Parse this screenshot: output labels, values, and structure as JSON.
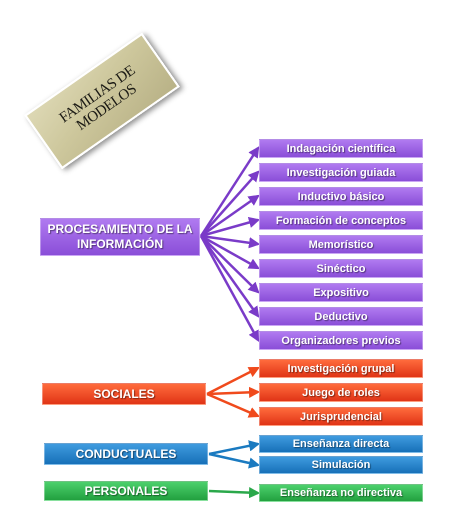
{
  "title": "FAMILIAS DE\nMODELOS",
  "colors": {
    "purple": "#8a4ed8",
    "red": "#e03416",
    "blue": "#1770b8",
    "green": "#22a03f"
  },
  "families": [
    {
      "label": "PROCESAMIENTO DE LA INFORMACIÓN",
      "color": "#7a3bc8",
      "models": [
        "Indagación científica",
        "Investigación guiada",
        "Inductivo básico",
        "Formación de conceptos",
        "Memorístico",
        "Sinéctico",
        "Expositivo",
        "Deductivo",
        "Organizadores previos"
      ]
    },
    {
      "label": "SOCIALES",
      "color": "#f04a1c",
      "models": [
        "Investigación grupal",
        "Juego de roles",
        "Jurisprudencial"
      ]
    },
    {
      "label": "CONDUCTUALES",
      "color": "#1a7ac0",
      "models": [
        "Enseñanza directa",
        "Simulación"
      ]
    },
    {
      "label": "PERSONALES",
      "color": "#2aa84a",
      "models": [
        "Enseñanza no directiva"
      ]
    }
  ]
}
